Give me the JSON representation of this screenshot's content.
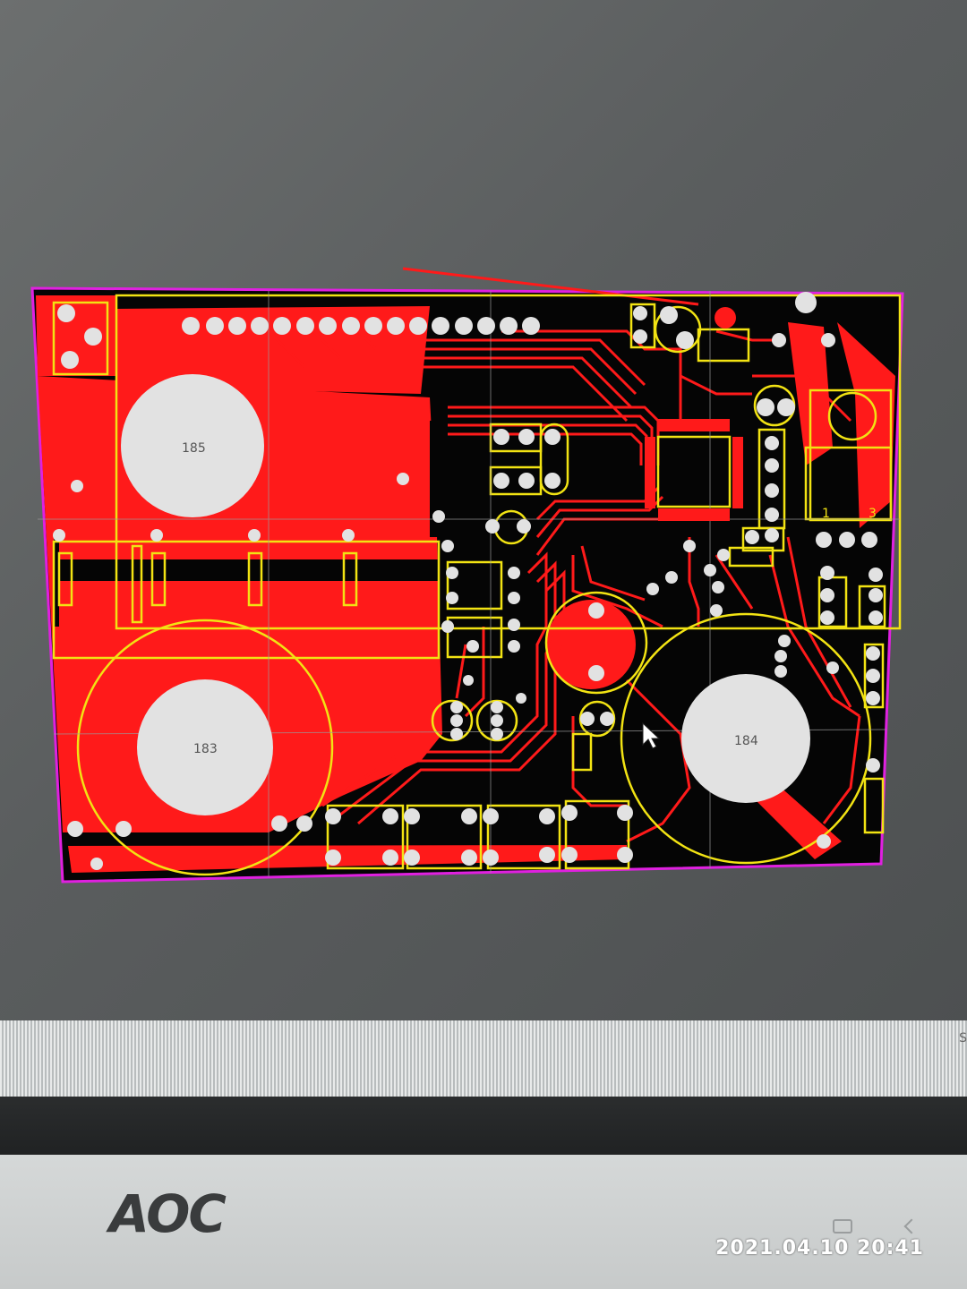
{
  "monitor": {
    "brand": "AOC",
    "timestamp": "2021.04.10 20:41"
  },
  "pcb": {
    "labels": {
      "hole_top_left": "185",
      "hole_bottom_left": "183",
      "hole_right": "184",
      "pin_1": "1",
      "pin_3": "3"
    },
    "colors": {
      "copper": "#ff1a1a",
      "board": "#050505",
      "silkscreen": "#f2e313",
      "pad": "#e8e8e8",
      "outline": "#e020e0",
      "grid": "#9a9a9a"
    }
  },
  "taskbar": {
    "edge_text": "S"
  },
  "icons": [
    "cursor-arrow-icon",
    "monitor-button-icon"
  ]
}
